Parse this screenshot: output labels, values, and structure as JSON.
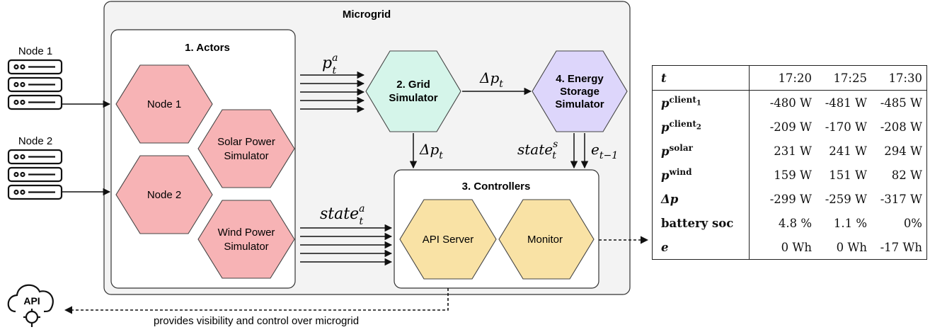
{
  "microgrid": {
    "title": "Microgrid"
  },
  "nodes": [
    {
      "label": "Node 1"
    },
    {
      "label": "Node 2"
    }
  ],
  "actors": {
    "title": "1. Actors",
    "hex": {
      "node1": "Node 1",
      "solar": [
        "Solar Power",
        "Simulator"
      ],
      "node2": "Node 2",
      "wind": [
        "Wind Power",
        "Simulator"
      ]
    }
  },
  "grid": {
    "lines": [
      "2. Grid",
      "Simulator"
    ]
  },
  "storage": {
    "lines": [
      "4. Energy",
      "Storage",
      "Simulator"
    ]
  },
  "controllers": {
    "title": "3. Controllers",
    "api_server": "API Server",
    "monitor": "Monitor"
  },
  "flows": {
    "p_base": "p",
    "p_sup": "a",
    "p_sub": "t",
    "dp_base": "Δp",
    "dp_sub": "t",
    "state_base": "state",
    "state_s_sup": "s",
    "state_a_sup": "a",
    "state_sub": "t",
    "e_base": "e",
    "e_sub": "t−1"
  },
  "api": {
    "label": "API",
    "caption": "provides visibility and control over microgrid"
  },
  "table": {
    "header": {
      "label": "t",
      "cols": [
        "17:20",
        "17:25",
        "17:30"
      ]
    },
    "rows": [
      {
        "base": "p",
        "sup": "client",
        "sup_sub": "1",
        "values": [
          "-480 W",
          "-481 W",
          "-485 W"
        ]
      },
      {
        "base": "p",
        "sup": "client",
        "sup_sub": "2",
        "values": [
          "-209 W",
          "-170 W",
          "-208 W"
        ]
      },
      {
        "base": "p",
        "sup": "solar",
        "values": [
          "231 W",
          "241 W",
          "294 W"
        ]
      },
      {
        "base": "p",
        "sup": "wind",
        "values": [
          "159 W",
          "151 W",
          "82 W"
        ]
      },
      {
        "base": "Δp",
        "values": [
          "-299 W",
          "-259 W",
          "-317 W"
        ]
      },
      {
        "base": "battery soc",
        "values": [
          "4.8 %",
          "1.1 %",
          "0%"
        ]
      },
      {
        "base": "e",
        "values": [
          "0 Wh",
          "0 Wh",
          "-17 Wh"
        ]
      }
    ]
  },
  "colors": {
    "actor_hex": "#f7b3b5",
    "grid_hex": "#d5f5ea",
    "storage_hex": "#ddd6fb",
    "controller_hex": "#f9e2a5",
    "microgrid_bg": "#f3f3f3"
  }
}
